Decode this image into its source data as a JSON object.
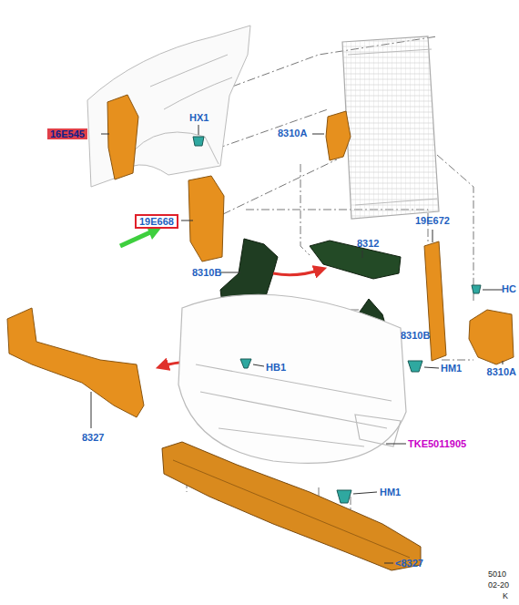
{
  "diagram": {
    "nodes": [
      {
        "text": [
          "16E545"
        ]
      },
      {
        "text": [
          "19E668"
        ]
      }
    ],
    "labels": [
      "HX1",
      "8310A",
      "8312",
      "8310B",
      "19E672",
      "HC",
      "8310B",
      "HM1",
      "8310A",
      "HB1",
      "8327",
      "TKE5011905",
      "HM1",
      "<8327",
      "5010",
      "02-20",
      "K"
    ]
  }
}
